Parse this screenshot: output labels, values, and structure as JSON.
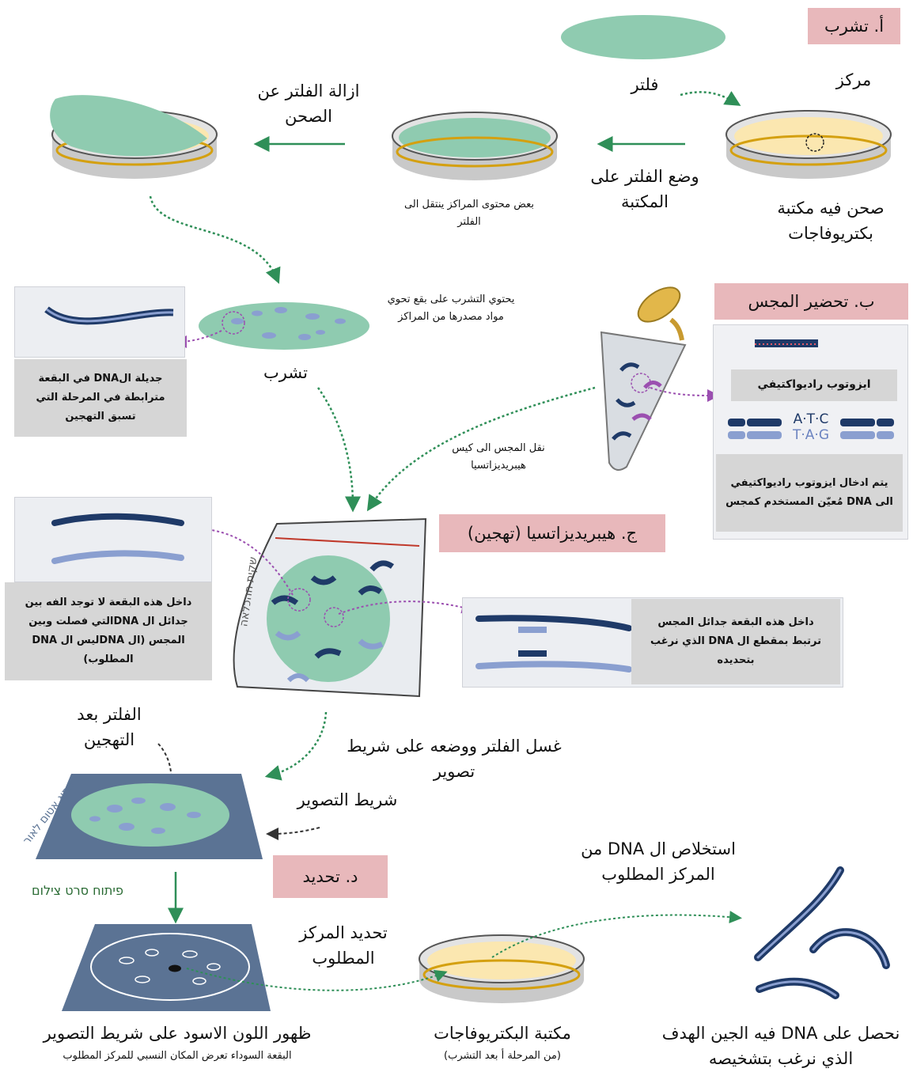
{
  "stage_labels": {
    "a": "أ. تشرب",
    "b": "ب. تحضير المجس",
    "c": "ج. هيبريديزاتسيا (تهجين)",
    "d": "د. تحديد"
  },
  "stage_a": {
    "colony_label": "مركز",
    "filter_label": "فلتر",
    "remove_filter": "ازالة الفلتر عن الصحن",
    "place_filter": "وضع الفلتر على المكتبة",
    "some_content": "بعض محتوى المراكز ينتقل الى الفلتر",
    "library_plate": "صحن فيه مكتبة بكتريوفاجات",
    "blot_contains": "يحتوي التشرب على بقع تحوي مواد مصدرها من المراكز",
    "blot_label": "تشرب",
    "strand_box": "جديلة الDNA في البقعة مترابطة في المرحلة التي تسبق التهجين"
  },
  "stage_b": {
    "isotope_box": "ايزوتوب راديواكتيفي",
    "seq_top": "A·T·C",
    "seq_bottom": "T·A·G",
    "insert_box": "يتم ادخال ايزوتوب راديواكتيفي الى DNA مُعيّن المستخدم كمجس",
    "transfer_probe": "نقل المجس الى كيس هيبريديزاتسيا"
  },
  "stage_c": {
    "bag_hebrew": "שקית ההכלאה",
    "no_binding_box": "داخل هذه البقعة لا توجد الفه بين جدائل ال DNAالتي فصلت وبين المجس (ال DNAليس ال DNA المطلوب)",
    "binding_box": "داخل هذه البقعة جدائل المجس ترتبط بمقطع ال DNA الذي نرغب بتحديده"
  },
  "stage_d": {
    "filter_after": "الفلتر بعد التهجين",
    "wash_filter": "غسل الفلتر ووضعه على شريط تصوير",
    "film_strip": "شريط التصوير",
    "film_hebrew": "פיתוח סרט צילום",
    "film_corner_hebrew": "כתא אטום לאור",
    "extract_dna": "استخلاص ال DNA من المركز المطلوب",
    "identify_colony": "تحديد المركز المطلوب",
    "black_spot_title": "ظهور اللون الاسود على شريط التصوير",
    "black_spot_sub": "البقعة السوداء تعرض المكان النسبي للمركز المطلوب",
    "library_title": "مكتبة البكتريوفاجات",
    "library_sub": "(من المرحلة أ بعد التشرب)",
    "result_title": "نحصل على DNA فيه الجين الهدف الذي نرغب بتشخيصه"
  },
  "colors": {
    "stage_bg": "#e8b8bb",
    "filter_green": "#8fcbb0",
    "agar": "#fbe7b0",
    "dna_dark": "#1f3a68",
    "dna_light": "#8a9fd0",
    "arrow_green": "#2f8f58",
    "arrow_purple": "#9b4fb0",
    "film": "#5b7394"
  }
}
